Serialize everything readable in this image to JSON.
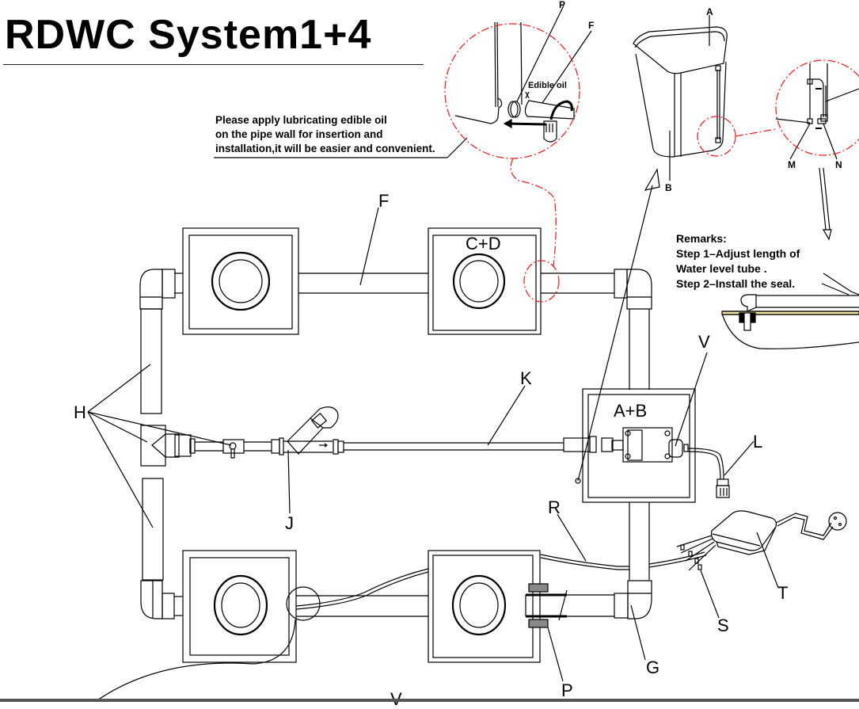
{
  "title": "RDWC System1+4",
  "note": {
    "lines": [
      "Please apply lubricating edible oil",
      "on the pipe wall for insertion and",
      "installation,it will be easier and convenient."
    ]
  },
  "detail_oil": {
    "label": "Edible oil"
  },
  "remarks": {
    "lines": [
      "Remarks:",
      "Step 1–Adjust length of",
      "Water level tube .",
      "Step 2–Install the seal."
    ]
  },
  "boxes": {
    "top_right": "C+D",
    "control": "A+B"
  },
  "labels": {
    "A": "A",
    "B": "B",
    "F_top": "F",
    "F_main": "F",
    "P_top": "P",
    "P_bottom": "P",
    "M": "M",
    "N": "N",
    "H": "H",
    "J": "J",
    "K": "K",
    "V": "V",
    "V_bottom": "V",
    "L": "L",
    "R": "R",
    "T": "T",
    "S": "S",
    "G": "G"
  },
  "colors": {
    "detail_callout": "#e8282a",
    "line": "#000000",
    "seal_fill": "#f3e6a0"
  }
}
